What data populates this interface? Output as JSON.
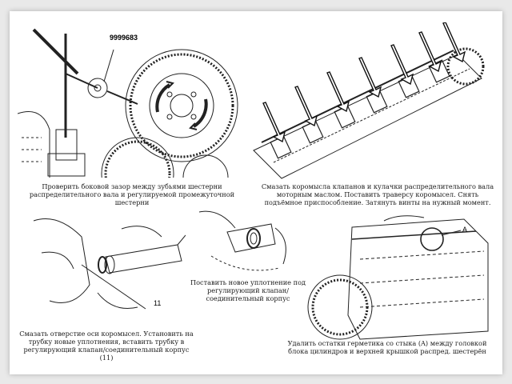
{
  "part_number": "9999683",
  "callout_11": "11",
  "callout_a": "A",
  "captions": {
    "top_left": "Проверить боковой зазор между зубьями шестерни распределительного вала и регулируемой промежуточной шестерни",
    "top_right": "Смазать коромысла клапанов и кулачки распределительного вала моторным маслом. Поставить траверсу коромысел. Снять подъёмное приспособление. Затянуть винты на нужный момент.",
    "middle": "Поставить новое уплотнение под регулирующий клапан/соединительный корпус",
    "bottom_left": "Смазать отверстие оси коромысел. Установить на трубку новые уплотнения, вставить трубку в регулирующий клапан/соединительный корпус (11)",
    "bottom_right": "Удалить остатки герметика со стыка (A) между головкой блока цилиндров и верхней крышкой распред. шестерён"
  },
  "colors": {
    "line": "#222222",
    "background": "#e9e9e9",
    "card": "#ffffff"
  }
}
